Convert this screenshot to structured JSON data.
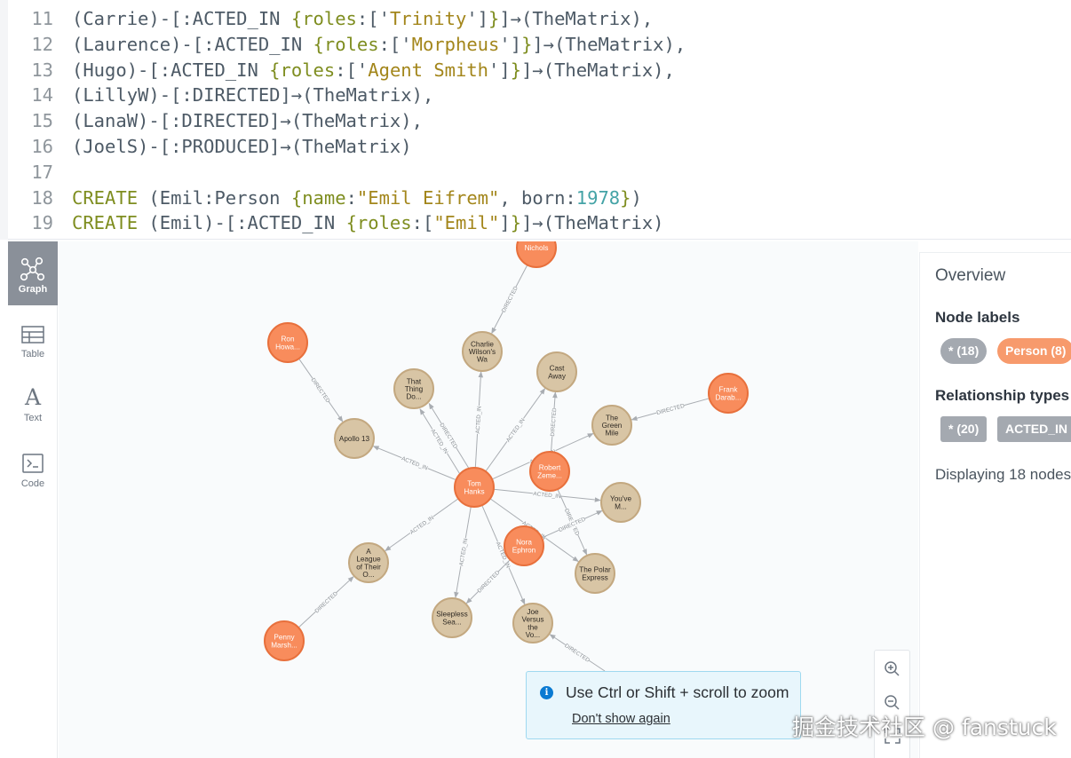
{
  "editor": {
    "lines": [
      {
        "num": "11",
        "tokens": [
          {
            "t": "(Carrie)-[:ACTED_IN "
          },
          {
            "t": "{",
            "c": "kw"
          },
          {
            "t": "roles",
            "c": "kw"
          },
          {
            "t": ":['"
          },
          {
            "t": "Trinity",
            "c": "str"
          },
          {
            "t": "']"
          },
          {
            "t": "}",
            "c": "kw"
          },
          {
            "t": "]→(TheMatrix),"
          }
        ]
      },
      {
        "num": "12",
        "tokens": [
          {
            "t": "(Laurence)-[:ACTED_IN "
          },
          {
            "t": "{",
            "c": "kw"
          },
          {
            "t": "roles",
            "c": "kw"
          },
          {
            "t": ":['"
          },
          {
            "t": "Morpheus",
            "c": "str"
          },
          {
            "t": "']"
          },
          {
            "t": "}",
            "c": "kw"
          },
          {
            "t": "]→(TheMatrix),"
          }
        ]
      },
      {
        "num": "13",
        "tokens": [
          {
            "t": "(Hugo)-[:ACTED_IN "
          },
          {
            "t": "{",
            "c": "kw"
          },
          {
            "t": "roles",
            "c": "kw"
          },
          {
            "t": ":['"
          },
          {
            "t": "Agent Smith",
            "c": "str"
          },
          {
            "t": "']"
          },
          {
            "t": "}",
            "c": "kw"
          },
          {
            "t": "]→(TheMatrix),"
          }
        ]
      },
      {
        "num": "14",
        "tokens": [
          {
            "t": "(LillyW)-[:DIRECTED]→(TheMatrix),"
          }
        ]
      },
      {
        "num": "15",
        "tokens": [
          {
            "t": "(LanaW)-[:DIRECTED]→(TheMatrix),"
          }
        ]
      },
      {
        "num": "16",
        "tokens": [
          {
            "t": "(JoelS)-[:PRODUCED]→(TheMatrix)"
          }
        ]
      },
      {
        "num": "17",
        "tokens": []
      },
      {
        "num": "18",
        "tokens": [
          {
            "t": "CREATE",
            "c": "kw"
          },
          {
            "t": " (Emil:Person "
          },
          {
            "t": "{",
            "c": "kw"
          },
          {
            "t": "name",
            "c": "kw"
          },
          {
            "t": ":"
          },
          {
            "t": "\"Emil Eifrem\"",
            "c": "str"
          },
          {
            "t": ", born:"
          },
          {
            "t": "1978",
            "c": "num"
          },
          {
            "t": "}",
            "c": "kw"
          },
          {
            "t": ")"
          }
        ]
      },
      {
        "num": "19",
        "tokens": [
          {
            "t": "CREATE",
            "c": "kw"
          },
          {
            "t": " (Emil)-[:ACTED_IN "
          },
          {
            "t": "{",
            "c": "kw"
          },
          {
            "t": "roles",
            "c": "kw"
          },
          {
            "t": ":["
          },
          {
            "t": "\"Emil\"",
            "c": "str"
          },
          {
            "t": "]"
          },
          {
            "t": "}",
            "c": "kw"
          },
          {
            "t": "]→(TheMatrix)"
          }
        ]
      }
    ]
  },
  "sidebar": {
    "items": [
      {
        "label": "Graph",
        "icon": "graph-icon",
        "active": true
      },
      {
        "label": "Table",
        "icon": "table-icon",
        "active": false
      },
      {
        "label": "Text",
        "icon": "text-icon",
        "active": false
      },
      {
        "label": "Code",
        "icon": "code-icon",
        "active": false
      }
    ]
  },
  "graph": {
    "colors": {
      "person_fill": "#f88c5c",
      "person_stroke": "#e8703c",
      "movie_fill": "#d8c5a5",
      "movie_stroke": "#c3a880",
      "edge": "#a9adb2"
    },
    "nodes": [
      {
        "id": "mikenichols",
        "type": "person",
        "lines": [
          "Nichols"
        ]
      },
      {
        "id": "ronhoward",
        "type": "person",
        "lines": [
          "Ron",
          "Howa..."
        ]
      },
      {
        "id": "frankdarabont",
        "type": "person",
        "lines": [
          "Frank",
          "Darab..."
        ]
      },
      {
        "id": "tomhanks",
        "type": "person",
        "lines": [
          "Tom",
          "Hanks"
        ]
      },
      {
        "id": "robertzemeckis",
        "type": "person",
        "lines": [
          "Robert",
          "Zeme..."
        ]
      },
      {
        "id": "noraephron",
        "type": "person",
        "lines": [
          "Nora",
          "Ephron"
        ]
      },
      {
        "id": "pennymarshall",
        "type": "person",
        "lines": [
          "Penny",
          "Marsh..."
        ]
      },
      {
        "id": "charliewilson",
        "type": "movie",
        "lines": [
          "Charlie",
          "Wilson's",
          "Wa"
        ]
      },
      {
        "id": "castaway",
        "type": "movie",
        "lines": [
          "Cast",
          "Away"
        ]
      },
      {
        "id": "thatthing",
        "type": "movie",
        "lines": [
          "That",
          "Thing",
          "Do..."
        ]
      },
      {
        "id": "apollo13",
        "type": "movie",
        "lines": [
          "Apollo 13"
        ]
      },
      {
        "id": "greenmile",
        "type": "movie",
        "lines": [
          "The",
          "Green",
          "Mile"
        ]
      },
      {
        "id": "youvegot",
        "type": "movie",
        "lines": [
          "You've",
          "M..."
        ]
      },
      {
        "id": "leagueoftheir",
        "type": "movie",
        "lines": [
          "A",
          "League",
          "of Their",
          "O..."
        ]
      },
      {
        "id": "polarexpress",
        "type": "movie",
        "lines": [
          "The Polar",
          "Express"
        ]
      },
      {
        "id": "sleepless",
        "type": "movie",
        "lines": [
          "Sleepless",
          "Sea..."
        ]
      },
      {
        "id": "joevolcano",
        "type": "movie",
        "lines": [
          "Joe",
          "Versus",
          "the",
          "Vo..."
        ]
      }
    ],
    "edges": [
      {
        "from": "mikenichols",
        "to": "charliewilson",
        "label": "DIRECTED"
      },
      {
        "from": "ronhoward",
        "to": "apollo13",
        "label": "DIRECTED"
      },
      {
        "from": "frankdarabont",
        "to": "greenmile",
        "label": "DIRECTED"
      },
      {
        "from": "tomhanks",
        "to": "apollo13",
        "label": "ACTED_IN"
      },
      {
        "from": "tomhanks",
        "to": "thatthing",
        "label": "ACTED_IN"
      },
      {
        "from": "tomhanks",
        "to": "thatthing",
        "label": "DIRECTED"
      },
      {
        "from": "tomhanks",
        "to": "charliewilson",
        "label": "ACTED_IN"
      },
      {
        "from": "tomhanks",
        "to": "castaway",
        "label": "ACTED_IN"
      },
      {
        "from": "tomhanks",
        "to": "greenmile",
        "label": "ACTED_IN"
      },
      {
        "from": "tomhanks",
        "to": "youvegot",
        "label": "ACTED_IN"
      },
      {
        "from": "tomhanks",
        "to": "polarexpress",
        "label": "ACTED_IN"
      },
      {
        "from": "tomhanks",
        "to": "joevolcano",
        "label": "ACTED_IN"
      },
      {
        "from": "tomhanks",
        "to": "sleepless",
        "label": "ACTED_IN"
      },
      {
        "from": "tomhanks",
        "to": "leagueoftheir",
        "label": "ACTED_IN"
      },
      {
        "from": "robertzemeckis",
        "to": "castaway",
        "label": "DIRECTED"
      },
      {
        "from": "robertzemeckis",
        "to": "polarexpress",
        "label": "DIRECTED"
      },
      {
        "from": "noraephron",
        "to": "youvegot",
        "label": "DIRECTED"
      },
      {
        "from": "noraephron",
        "to": "sleepless",
        "label": "DIRECTED"
      },
      {
        "from": "pennymarshall",
        "to": "leagueoftheir",
        "label": "DIRECTED"
      },
      {
        "from": "offscreen",
        "to": "joevolcano",
        "label": "DIRECTED"
      }
    ]
  },
  "zoom": {
    "in_icon": "zoom-in-icon",
    "out_icon": "zoom-out-icon",
    "fit_icon": "fit-screen-icon"
  },
  "toast": {
    "icon": "info-icon",
    "message": "Use Ctrl or Shift + scroll to zoom",
    "dismiss": "Don't show again"
  },
  "overview": {
    "title": "Overview",
    "node_labels_heading": "Node labels",
    "node_labels": [
      {
        "label": "* (18)",
        "color": "#a4a9b0"
      },
      {
        "label": "Person (8)",
        "color": "#f79a6c"
      }
    ],
    "rel_types_heading": "Relationship types",
    "rel_types": [
      {
        "label": "* (20)"
      },
      {
        "label": "ACTED_IN"
      }
    ],
    "footer": "Displaying 18 nodes"
  },
  "watermark": "掘金技术社区 @ fanstuck"
}
